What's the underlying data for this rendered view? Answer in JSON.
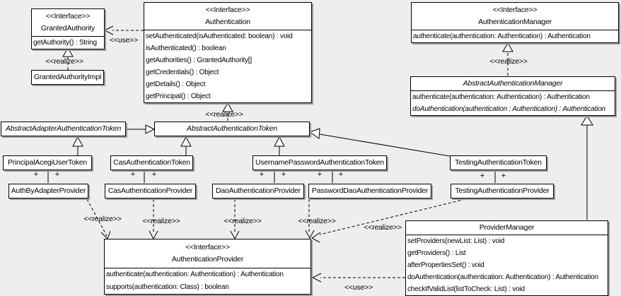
{
  "colors": {
    "background": "#eeeeee",
    "box_fill": "#ffffff",
    "line": "#000000",
    "shadow": "#9c9c9c"
  },
  "labels": {
    "use": "<<use>>",
    "realize": "<<realize>>",
    "plus": "+"
  },
  "classes": {
    "granted_authority": {
      "stereotype": "<<Interface>>",
      "name": "GrantedAuthority",
      "methods": [
        "getAuthority() : String"
      ]
    },
    "granted_authority_impl": {
      "name": "GrantedAuthorityImpl"
    },
    "authentication": {
      "stereotype": "<<Interface>>",
      "name": "Authentication",
      "methods": [
        "setAuthenticated(isAuthenticated: boolean) : void",
        "isAuthenticated() : boolean",
        "getAuthorities() : GrantedAuthority[]",
        "getCredentials() : Object",
        "getDetails() : Object",
        "getPrincipal() : Object"
      ]
    },
    "authentication_manager": {
      "stereotype": "<<Interface>>",
      "name": "AuthenticationManager",
      "methods": [
        "authenticate(authentication: Authentication) : Authentication"
      ]
    },
    "abstract_authentication_manager": {
      "name": "AbstractAuthenticationManager",
      "methods": [
        "authenticate(authentication: Authentication) : Authentication",
        "doAuthentication(authentication : Authentication) : Authentication"
      ]
    },
    "abstract_adapter_authentication_token": {
      "name": "AbstractAdapterAuthenticationToken"
    },
    "abstract_authentication_token": {
      "name": "AbstractAuthenticationToken"
    },
    "principal_acegi_user_token": {
      "name": "PrincipalAcegiUserToken"
    },
    "cas_authentication_token": {
      "name": "CasAuthenticationToken"
    },
    "username_password_authentication_token": {
      "name": "UsernamePasswordAuthenticationToken"
    },
    "testing_authentication_token": {
      "name": "TestingAuthenticationToken"
    },
    "auth_by_adapter_provider": {
      "name": "AuthByAdapterProvider"
    },
    "cas_authentication_provider": {
      "name": "CasAuthenticationProvider"
    },
    "dao_authentication_provider": {
      "name": "DaoAuthenticationProvider"
    },
    "password_dao_authentication_provider": {
      "name": "PasswordDaoAuthenticationProvider"
    },
    "testing_authentication_provider": {
      "name": "TestingAuthenticationProvider"
    },
    "authentication_provider": {
      "stereotype": "<<Interface>>",
      "name": "AuthenticationProvider",
      "methods": [
        "authenticate(authentication: Authentication) : Authentication",
        "supports(authentication: Class) : boolean"
      ]
    },
    "provider_manager": {
      "name": "ProviderManager",
      "methods": [
        "setProviders(newList: List) : void",
        "getProviders() : List",
        "afterPropertiesSet() : void",
        "doAuthentication(authentication: Authentication) : Authentication",
        "checkIfValidList(listToCheck: List) : void"
      ]
    }
  }
}
